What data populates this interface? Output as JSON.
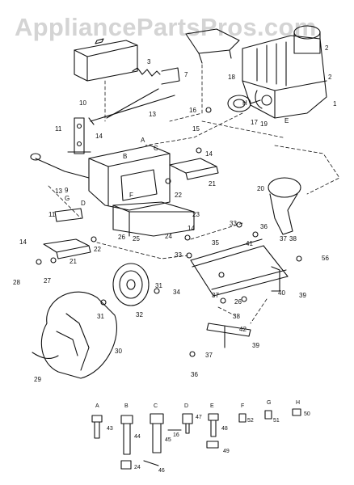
{
  "watermark": "AppliancePartsPros.com",
  "callouts": [
    "1",
    "2",
    "3",
    "7",
    "9",
    "10",
    "11",
    "13",
    "14",
    "15",
    "16",
    "17",
    "18",
    "19",
    "20",
    "21",
    "22",
    "23",
    "24",
    "25",
    "26",
    "27",
    "28",
    "29",
    "30",
    "31",
    "32",
    "33",
    "34",
    "35",
    "36",
    "37",
    "38",
    "39",
    "40",
    "41",
    "42",
    "56",
    "A",
    "B",
    "C",
    "D",
    "E",
    "F",
    "G",
    "H"
  ],
  "hardware": [
    {
      "letter": "A",
      "number": "43"
    },
    {
      "letter": "B",
      "number": "44"
    },
    {
      "letter": "C",
      "number": "45"
    },
    {
      "letter": "D",
      "number": "47"
    },
    {
      "letter": "E",
      "number": "48"
    },
    {
      "letter": "F",
      "number": "52"
    },
    {
      "letter": "G",
      "number": "51"
    },
    {
      "letter": "H",
      "number": "50"
    }
  ],
  "hardware_extra": [
    "16",
    "24",
    "46",
    "49"
  ]
}
